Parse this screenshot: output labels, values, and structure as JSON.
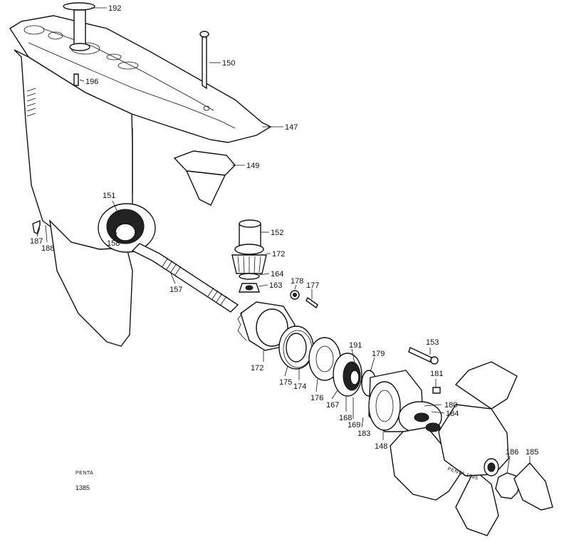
{
  "colors": {
    "ink": "#111111",
    "paper": "#ffffff"
  },
  "labels": {
    "p192": "192",
    "p150": "150",
    "p196": "196",
    "p147": "147",
    "p149": "149",
    "p151": "151",
    "p158": "158",
    "p187": "187",
    "p188": "188",
    "p152": "152",
    "p172a": "172",
    "p164": "164",
    "p163": "163",
    "p157": "157",
    "p178": "178",
    "p177": "177",
    "p172b": "172",
    "p175": "175",
    "p174": "174",
    "p176": "176",
    "p167": "167",
    "p191": "191",
    "p179": "179",
    "p168": "168",
    "p169": "169",
    "p183": "183",
    "p148": "148",
    "p153": "153",
    "p181": "181",
    "p180": "180",
    "p184": "184",
    "p186": "186",
    "p185": "185"
  },
  "notes": {
    "brand": "PENTA",
    "code": "1385",
    "prop_stamp": "PENTA 1385"
  }
}
